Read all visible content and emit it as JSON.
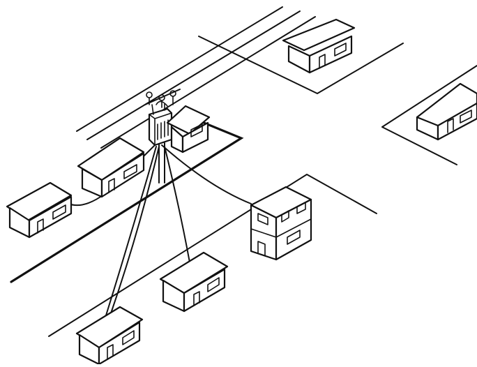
{
  "figure": {
    "ink_color": "#111111",
    "paper_color": "#ffffff",
    "description_free": true
  },
  "elements": {
    "overhead_lines_count": 3,
    "transformer": "pole-mounted-transformer",
    "houses": [
      "house-far-top",
      "house-far-right",
      "house-behind-pole",
      "house-left-mid",
      "house-left-end",
      "house-two-storey",
      "house-front-mid",
      "house-front-left"
    ]
  }
}
